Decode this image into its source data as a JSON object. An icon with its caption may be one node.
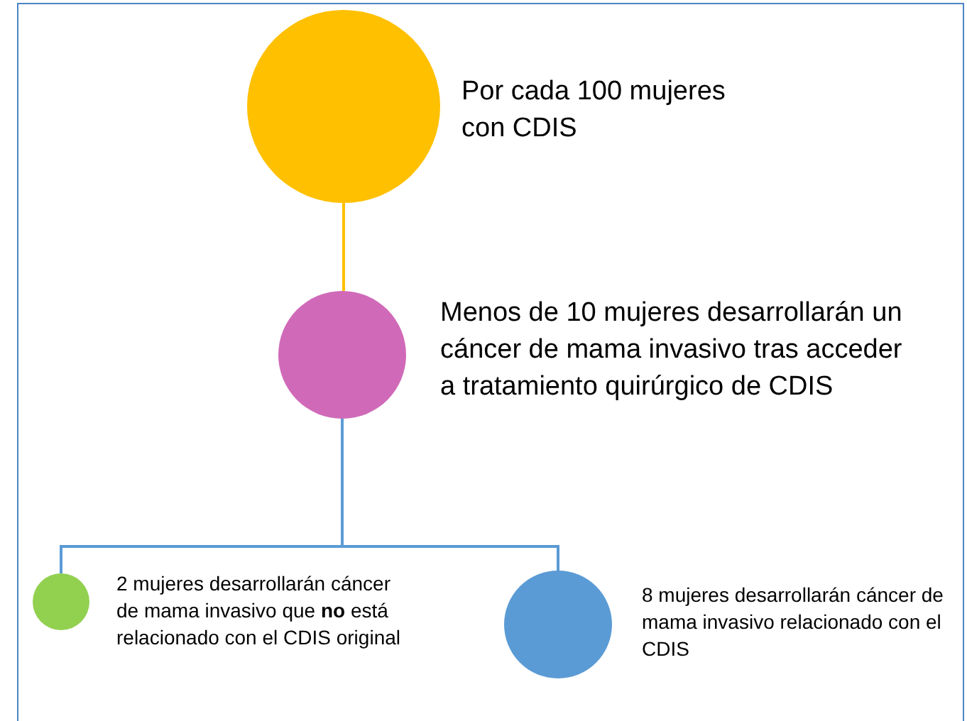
{
  "diagram": {
    "nodes": [
      {
        "text": [
          "Por cada 100 mujeres con CDIS"
        ]
      },
      {
        "text": [
          "Menos de 10 mujeres desarrollarán un cáncer de mama invasivo tras acceder a tratamiento quirúrgico de CDIS"
        ]
      },
      {
        "text": [
          "2 mujeres desarrollarán cáncer de mama invasivo que **no** está relacionado con el CDIS original"
        ]
      },
      {
        "text": [
          "8 mujeres desarrollarán cáncer de mama invasivo relacionado con el CDIS"
        ]
      }
    ],
    "edges": [
      {
        "from": 0,
        "to": 1,
        "arrow": "none",
        "color": "#ffc000"
      },
      {
        "from": 1,
        "to": 2,
        "arrow": "none"
      },
      {
        "from": 1,
        "to": 3,
        "arrow": "none"
      }
    ]
  }
}
